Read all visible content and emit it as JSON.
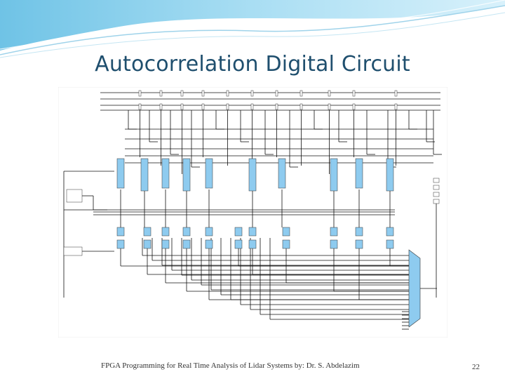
{
  "slide": {
    "title": "Autocorrelation Digital Circuit",
    "footer": "FPGA Programming for Real Time Analysis of Lidar Systems by: Dr. S. Abdelazim",
    "page_number": "22"
  },
  "schematic": {
    "block_color": "#8ecbef",
    "wire_color": "#111111"
  }
}
